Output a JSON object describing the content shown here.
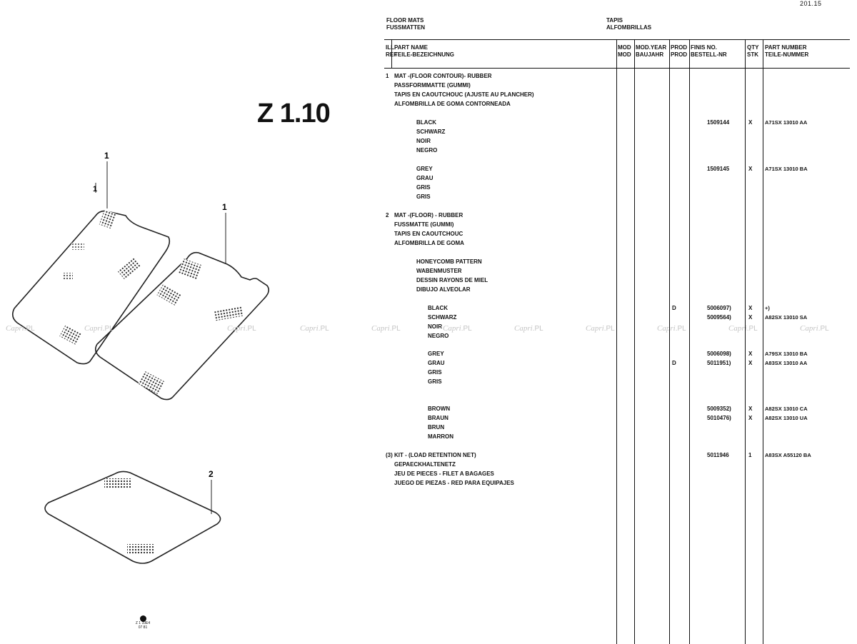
{
  "page_number": "201.15",
  "section_code": "Z 1.10",
  "illustration_code": [
    "Z 1 10E4",
    "07 81"
  ],
  "callouts": [
    "1",
    "1",
    "1",
    "2"
  ],
  "watermark": {
    "brand": "Capri",
    "suffix": ".PL"
  },
  "category": {
    "left": [
      "FLOOR MATS",
      "FUSSMATTEN"
    ],
    "right": [
      "TAPIS",
      "ALFOMBRILLAS"
    ]
  },
  "columns": {
    "ref": "ILL.\nREF",
    "name": "PART NAME\nTEILE-BEZEICHNUNG",
    "mod": "MOD\nMOD",
    "year": "MOD.YEAR\nBAUJAHR",
    "prod": "PROD\nPROD",
    "finis": "FINIS NO.\nBESTELL-NR",
    "qty": "QTY\nSTK",
    "part": "PART NUMBER\nTEILE-NUMMER"
  },
  "rows": [
    {
      "ref": "1",
      "name": "MAT -(FLOOR CONTOUR)- RUBBER\nPASSFORMMATTE (GUMMI)\nTAPIS EN CAOUTCHOUC (AJUSTE AU PLANCHER)\nALFOMBRILLA DE GOMA CONTORNEADA",
      "prod": "",
      "finis": "",
      "qty": "",
      "part": ""
    },
    {
      "ref": "",
      "name": "BLACK\nSCHWARZ\nNOIR\nNEGRO",
      "prod": "",
      "finis": "1509144",
      "qty": "X",
      "part": "A71SX 13010 AA"
    },
    {
      "ref": "",
      "name": "GREY\nGRAU\nGRIS\nGRIS",
      "prod": "",
      "finis": "1509145",
      "qty": "X",
      "part": "A71SX 13010 BA"
    },
    {
      "ref": "2",
      "name": "MAT -(FLOOR) - RUBBER\nFUSSMATTE (GUMMI)\nTAPIS EN CAOUTCHOUC\nALFOMBRILLA DE GOMA",
      "prod": "",
      "finis": "",
      "qty": "",
      "part": ""
    },
    {
      "ref": "",
      "name": "HONEYCOMB PATTERN\nWABENMUSTER\nDESSIN RAYONS DE MIEL\nDIBUJO ALVEOLAR",
      "prod": "",
      "finis": "",
      "qty": "",
      "part": ""
    },
    {
      "ref": "",
      "name": "BLACK\nSCHWARZ\nNOIR\nNEGRO",
      "prod": "D",
      "finis": "5006097)\n5009564)",
      "qty": "X\nX",
      "part": "+)\nA82SX 13010 SA"
    },
    {
      "ref": "",
      "name": "GREY\nGRAU\nGRIS\nGRIS",
      "prod": "\nD",
      "finis": "5006098)\n5011951)",
      "qty": "X\nX",
      "part": "A79SX 13010 BA\nA83SX 13010 AA"
    },
    {
      "ref": "",
      "name": "BROWN\nBRAUN\nBRUN\nMARRON",
      "prod": "",
      "finis": "5009352)\n5010476)",
      "qty": "X\nX",
      "part": "A82SX 13010 CA\nA82SX 13010 UA"
    },
    {
      "ref": "(3)",
      "name": "KIT - (LOAD RETENTION NET)\nGEPAECKHALTENETZ\nJEU DE PIECES - FILET A BAGAGES\nJUEGO DE PIEZAS - RED PARA EQUIPAJES",
      "prod": "",
      "finis": "5011946",
      "qty": "1",
      "part": "A83SX A55120 BA"
    }
  ]
}
